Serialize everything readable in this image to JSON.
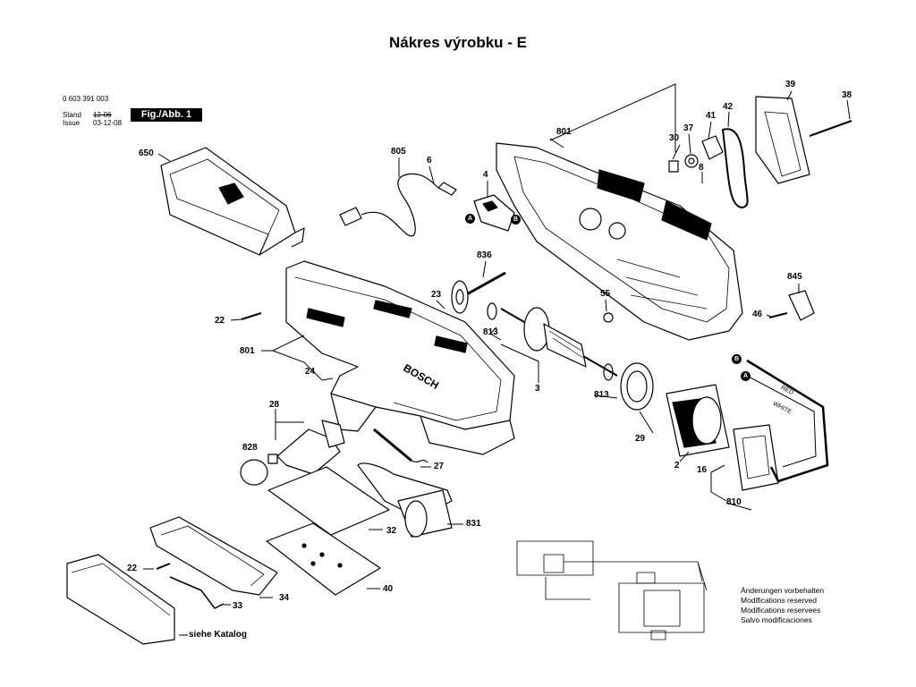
{
  "title": "Nákres výrobku - E",
  "header": {
    "part_number": "0 603 391 003",
    "stand_label": "Stand",
    "stand_value": "12-06",
    "issue_label": "Issue",
    "issue_value": "03-12-08",
    "figure_label": "Fig./Abb. 1"
  },
  "brand_text": "BOSCH",
  "wire_labels": {
    "red": "RED",
    "white": "WHITE"
  },
  "connector_marks": {
    "a": "A",
    "b": "B"
  },
  "part_labels": {
    "p650": "650",
    "p805": "805",
    "p6": "6",
    "p4": "4",
    "p801_top": "801",
    "p30": "30",
    "p37": "37",
    "p41": "41",
    "p42": "42",
    "p39": "39",
    "p38": "38",
    "p8": "8",
    "p836": "836",
    "p23": "23",
    "p55": "55",
    "p845": "845",
    "p46": "46",
    "p22_top": "22",
    "p801_left": "801",
    "p24": "24",
    "p813_a": "813",
    "p813_b": "813",
    "p3": "3",
    "p28": "28",
    "p828": "828",
    "p29": "29",
    "p2": "2",
    "p16": "16",
    "p810": "810",
    "p27": "27",
    "p831": "831",
    "p32": "32",
    "p22_bottom": "22",
    "p34": "34",
    "p33": "33",
    "p40": "40"
  },
  "catalog_label": "siehe Katalog",
  "notes": [
    "Änderungen vorbehalten",
    "Modifications reserved",
    "Modifications reservees",
    "Salvo modificaciones"
  ]
}
